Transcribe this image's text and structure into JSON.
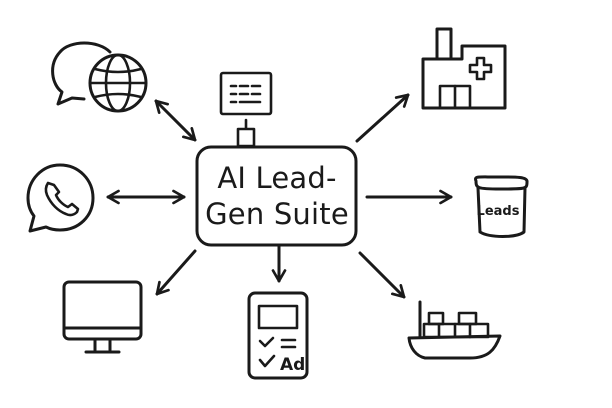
{
  "hub": {
    "line1": "AI Lead-",
    "line2": "Gen Suite"
  },
  "nodes": {
    "chat_globe": {
      "icon": "chat-globe-icon",
      "connection": "bidirectional"
    },
    "form_display": {
      "icon": "form-display-icon",
      "connection": "attached"
    },
    "factory": {
      "icon": "factory-hospital-icon",
      "connection": "outgoing"
    },
    "whatsapp": {
      "icon": "whatsapp-icon",
      "connection": "bidirectional"
    },
    "leads_bucket": {
      "icon": "bucket-icon",
      "label": "Leads",
      "connection": "outgoing"
    },
    "monitor": {
      "icon": "desktop-monitor-icon",
      "connection": "outgoing"
    },
    "ad_checklist": {
      "icon": "ad-checklist-icon",
      "label": "Ad",
      "connection": "outgoing"
    },
    "ship": {
      "icon": "cargo-ship-icon",
      "connection": "outgoing"
    }
  },
  "colors": {
    "ink": "#1a1a1a",
    "background": "#ffffff"
  }
}
